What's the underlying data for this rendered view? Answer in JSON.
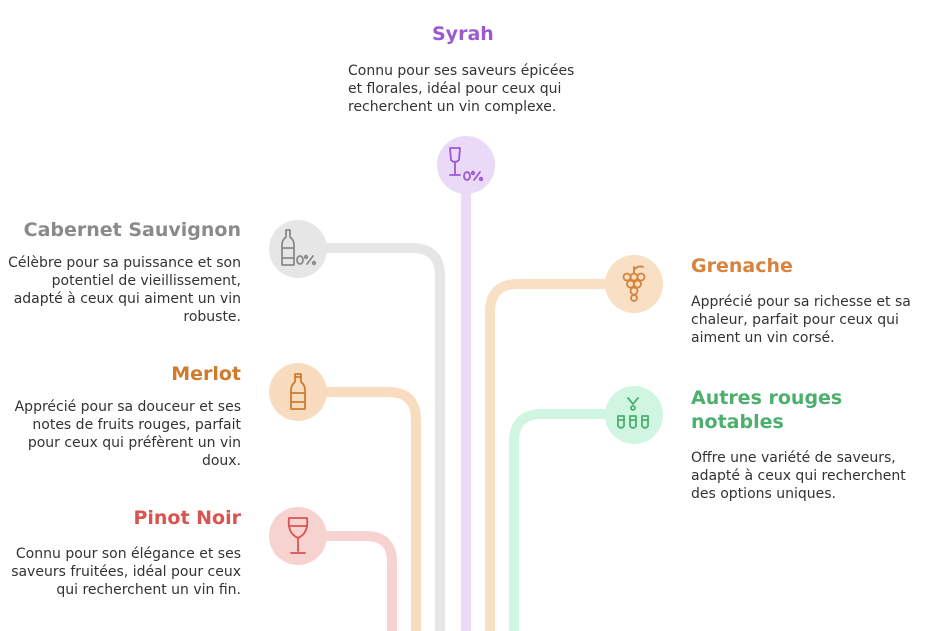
{
  "colors": {
    "syrah": "#9b59d0",
    "syrah_light": "#ead9f7",
    "cabernet": "#8a8a8a",
    "cabernet_light": "#e6e6e6",
    "grenache": "#d9823b",
    "grenache_light": "#f9dfc4",
    "merlot": "#d07a2e",
    "merlot_light": "#f9dcc0",
    "autres": "#4caf6e",
    "autres_light": "#d0f5e0",
    "pinot": "#d9534f",
    "pinot_light": "#f6d3d0"
  },
  "items": {
    "syrah": {
      "title": "Syrah",
      "desc": [
        "Connu pour ses saveurs épicées",
        "et florales, idéal pour ceux qui",
        "recherchent un vin complexe."
      ],
      "icon": "wine-glass-zero-percent-icon"
    },
    "cabernet": {
      "title": "Cabernet Sauvignon",
      "desc": [
        "Célèbre pour sa puissance et son",
        "potentiel de vieillissement,",
        "adapté à ceux qui aiment un vin",
        "robuste."
      ],
      "icon": "bottle-zero-percent-icon"
    },
    "grenache": {
      "title": "Grenache",
      "desc": [
        "Apprécié pour sa richesse et sa",
        "chaleur, parfait pour ceux qui",
        "aiment un vin corsé."
      ],
      "icon": "grapes-icon"
    },
    "merlot": {
      "title": "Merlot",
      "desc": [
        "Apprécié pour sa douceur et ses",
        "notes de fruits rouges, parfait",
        "pour ceux qui préfèrent un vin",
        "doux."
      ],
      "icon": "wine-bottle-icon"
    },
    "autres": {
      "title_lines": [
        "Autres rouges",
        "notables"
      ],
      "desc": [
        "Offre une variété de saveurs,",
        "adapté à ceux qui recherchent",
        "des options uniques."
      ],
      "icon": "wine-glasses-icon"
    },
    "pinot": {
      "title": "Pinot Noir",
      "desc": [
        "Connu pour son élégance et ses",
        "saveurs fruitées, idéal pour ceux",
        "qui recherchent un vin fin."
      ],
      "icon": "wine-glass-icon"
    }
  }
}
